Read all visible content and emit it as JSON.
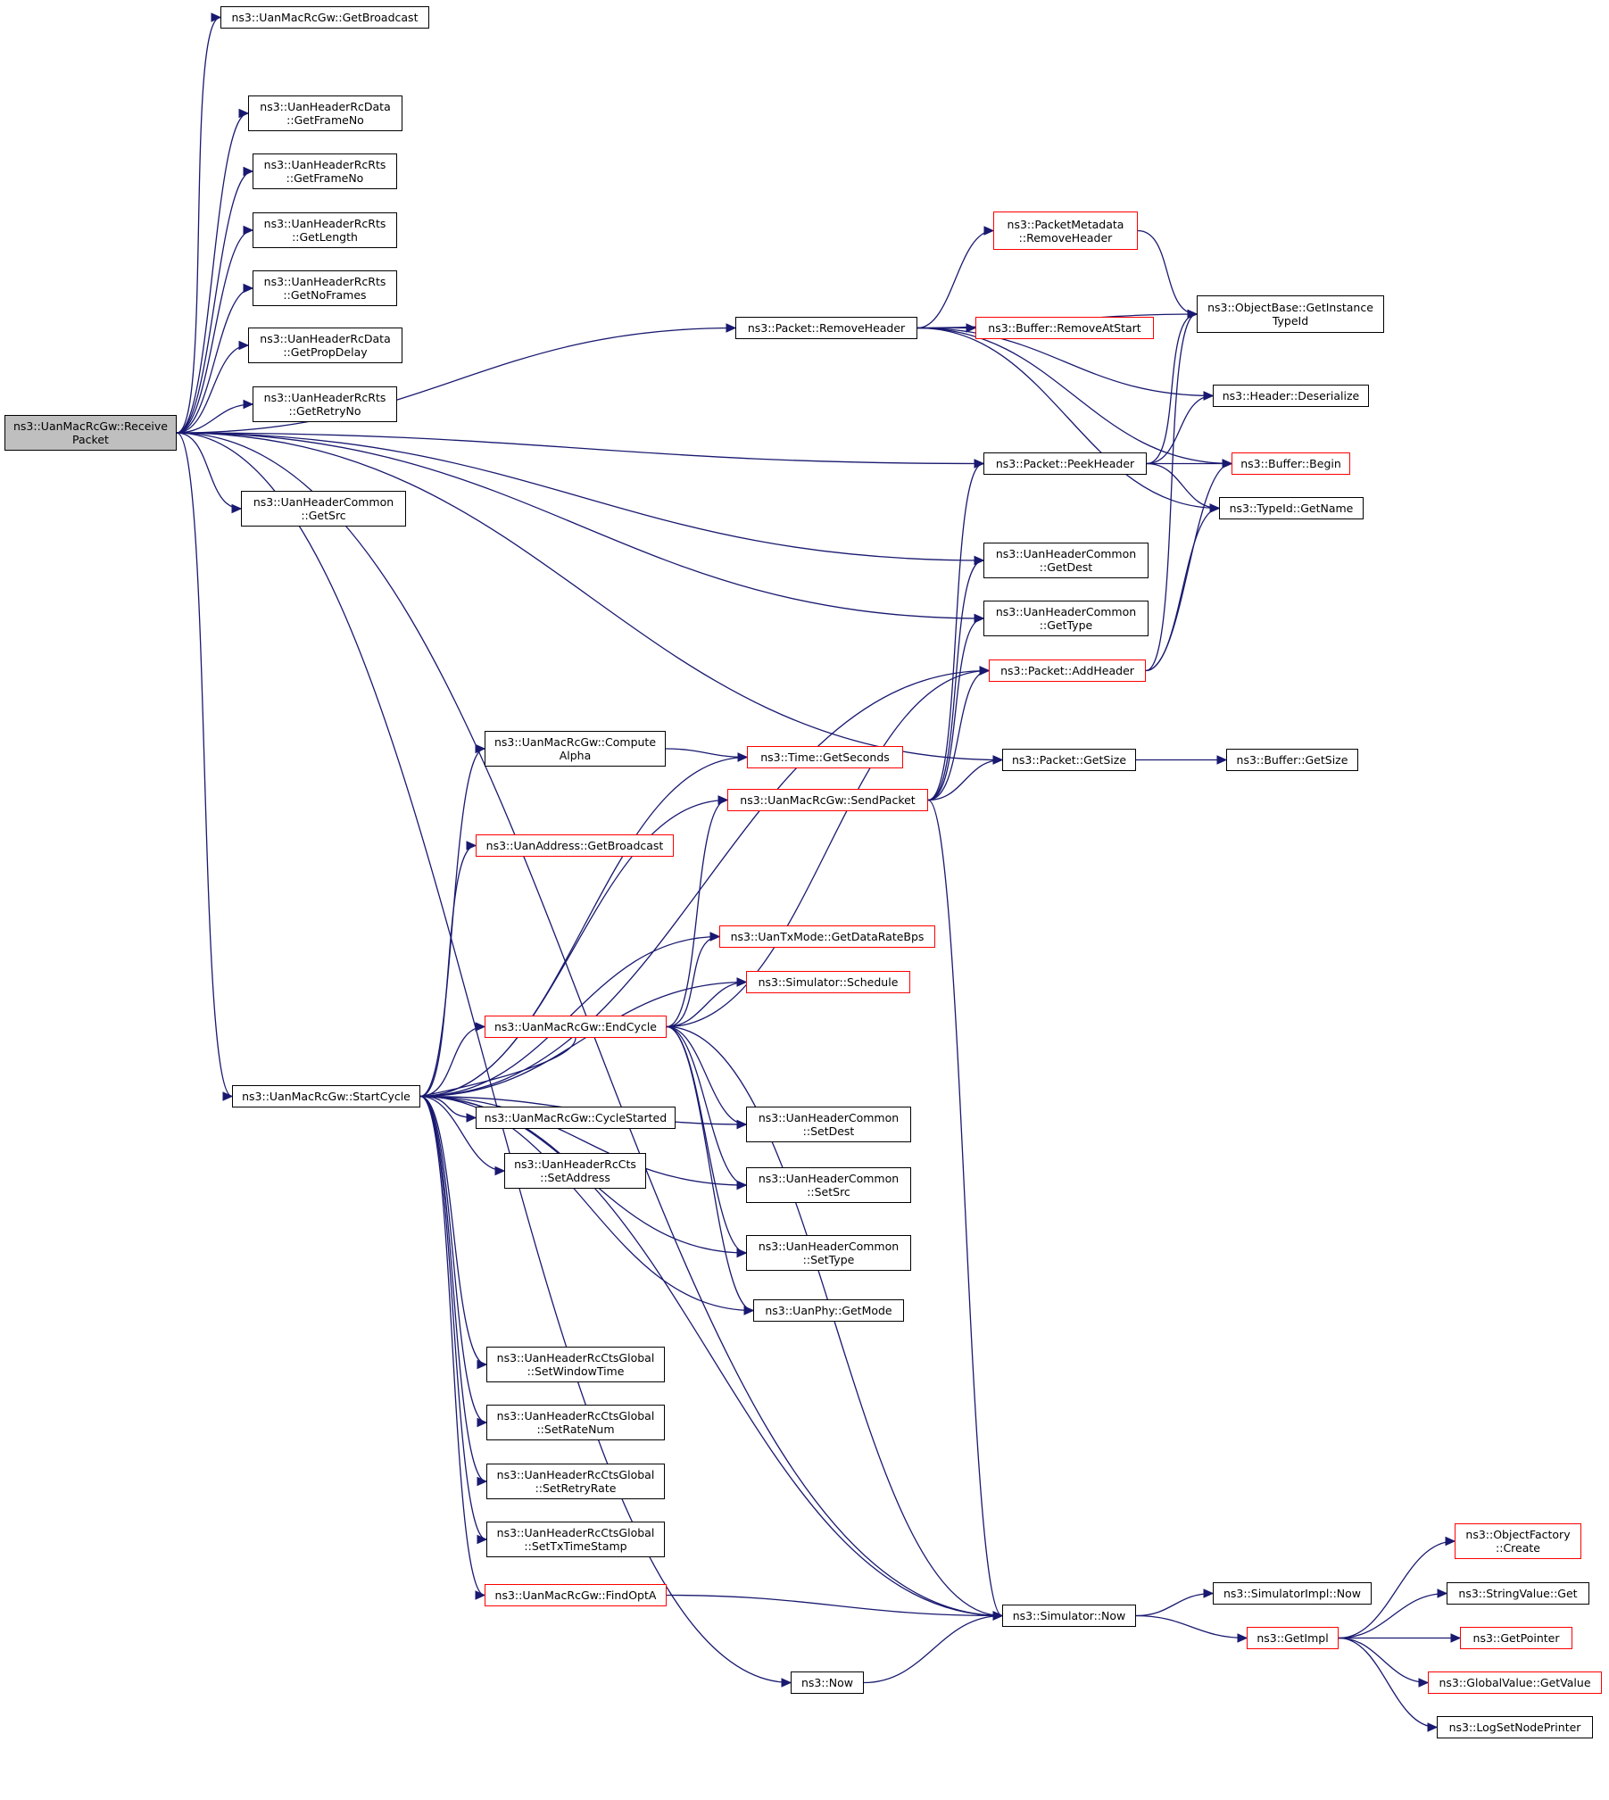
{
  "colors": {
    "edge": "#191970",
    "node_border": "#000000",
    "truncated_border": "#ff0000",
    "root_fill": "#bfbfbf"
  },
  "nodes": {
    "recv": {
      "lines": [
        "ns3::UanMacRcGw::Receive",
        "Packet"
      ],
      "style": "root"
    },
    "gwbcast": {
      "lines": [
        "ns3::UanMacRcGw::GetBroadcast"
      ],
      "style": "normal"
    },
    "dfno": {
      "lines": [
        "ns3::UanHeaderRcData",
        "::GetFrameNo"
      ],
      "style": "normal"
    },
    "rfno": {
      "lines": [
        "ns3::UanHeaderRcRts",
        "::GetFrameNo"
      ],
      "style": "normal"
    },
    "rlen": {
      "lines": [
        "ns3::UanHeaderRcRts",
        "::GetLength"
      ],
      "style": "normal"
    },
    "rnof": {
      "lines": [
        "ns3::UanHeaderRcRts",
        "::GetNoFrames"
      ],
      "style": "normal"
    },
    "dprop": {
      "lines": [
        "ns3::UanHeaderRcData",
        "::GetPropDelay"
      ],
      "style": "normal"
    },
    "rretry": {
      "lines": [
        "ns3::UanHeaderRcRts",
        "::GetRetryNo"
      ],
      "style": "normal"
    },
    "csrc": {
      "lines": [
        "ns3::UanHeaderCommon",
        "::GetSrc"
      ],
      "style": "normal"
    },
    "prem": {
      "lines": [
        "ns3::Packet::RemoveHeader"
      ],
      "style": "normal"
    },
    "pmeta": {
      "lines": [
        "ns3::PacketMetadata",
        "::RemoveHeader"
      ],
      "style": "truncated"
    },
    "objinst": {
      "lines": [
        "ns3::ObjectBase::GetInstance",
        "TypeId"
      ],
      "style": "normal"
    },
    "bufrem": {
      "lines": [
        "ns3::Buffer::RemoveAtStart"
      ],
      "style": "truncated"
    },
    "hdrdes": {
      "lines": [
        "ns3::Header::Deserialize"
      ],
      "style": "normal"
    },
    "ppeek": {
      "lines": [
        "ns3::Packet::PeekHeader"
      ],
      "style": "normal"
    },
    "bufbegin": {
      "lines": [
        "ns3::Buffer::Begin"
      ],
      "style": "truncated"
    },
    "tidname": {
      "lines": [
        "ns3::TypeId::GetName"
      ],
      "style": "normal"
    },
    "cdest": {
      "lines": [
        "ns3::UanHeaderCommon",
        "::GetDest"
      ],
      "style": "normal"
    },
    "ctype": {
      "lines": [
        "ns3::UanHeaderCommon",
        "::GetType"
      ],
      "style": "normal"
    },
    "padd": {
      "lines": [
        "ns3::Packet::AddHeader"
      ],
      "style": "truncated"
    },
    "psize": {
      "lines": [
        "ns3::Packet::GetSize"
      ],
      "style": "normal"
    },
    "bufsize": {
      "lines": [
        "ns3::Buffer::GetSize"
      ],
      "style": "normal"
    },
    "compalpha": {
      "lines": [
        "ns3::UanMacRcGw::Compute",
        "Alpha"
      ],
      "style": "normal"
    },
    "tsec": {
      "lines": [
        "ns3::Time::GetSeconds"
      ],
      "style": "truncated"
    },
    "sendp": {
      "lines": [
        "ns3::UanMacRcGw::SendPacket"
      ],
      "style": "truncated"
    },
    "addrbcast": {
      "lines": [
        "ns3::UanAddress::GetBroadcast"
      ],
      "style": "truncated"
    },
    "txrate": {
      "lines": [
        "ns3::UanTxMode::GetDataRateBps"
      ],
      "style": "truncated"
    },
    "sched": {
      "lines": [
        "ns3::Simulator::Schedule"
      ],
      "style": "truncated"
    },
    "endcyc": {
      "lines": [
        "ns3::UanMacRcGw::EndCycle"
      ],
      "style": "truncated"
    },
    "startcyc": {
      "lines": [
        "ns3::UanMacRcGw::StartCycle"
      ],
      "style": "normal"
    },
    "cycstart": {
      "lines": [
        "ns3::UanMacRcGw::CycleStarted"
      ],
      "style": "normal"
    },
    "setdest": {
      "lines": [
        "ns3::UanHeaderCommon",
        "::SetDest"
      ],
      "style": "normal"
    },
    "ctsaddr": {
      "lines": [
        "ns3::UanHeaderRcCts",
        "::SetAddress"
      ],
      "style": "normal"
    },
    "setsrc": {
      "lines": [
        "ns3::UanHeaderCommon",
        "::SetSrc"
      ],
      "style": "normal"
    },
    "settype": {
      "lines": [
        "ns3::UanHeaderCommon",
        "::SetType"
      ],
      "style": "normal"
    },
    "getmode": {
      "lines": [
        "ns3::UanPhy::GetMode"
      ],
      "style": "normal"
    },
    "gwin": {
      "lines": [
        "ns3::UanHeaderRcCtsGlobal",
        "::SetWindowTime"
      ],
      "style": "normal"
    },
    "grate": {
      "lines": [
        "ns3::UanHeaderRcCtsGlobal",
        "::SetRateNum"
      ],
      "style": "normal"
    },
    "gretry": {
      "lines": [
        "ns3::UanHeaderRcCtsGlobal",
        "::SetRetryRate"
      ],
      "style": "normal"
    },
    "gtx": {
      "lines": [
        "ns3::UanHeaderRcCtsGlobal",
        "::SetTxTimeStamp"
      ],
      "style": "normal"
    },
    "findopt": {
      "lines": [
        "ns3::UanMacRcGw::FindOptA"
      ],
      "style": "truncated"
    },
    "simnow": {
      "lines": [
        "ns3::Simulator::Now"
      ],
      "style": "normal"
    },
    "implnow": {
      "lines": [
        "ns3::SimulatorImpl::Now"
      ],
      "style": "normal"
    },
    "getimpl": {
      "lines": [
        "ns3::GetImpl"
      ],
      "style": "truncated"
    },
    "ofcreate": {
      "lines": [
        "ns3::ObjectFactory",
        "::Create"
      ],
      "style": "truncated"
    },
    "strget": {
      "lines": [
        "ns3::StringValue::Get"
      ],
      "style": "normal"
    },
    "getptr": {
      "lines": [
        "ns3::GetPointer"
      ],
      "style": "truncated"
    },
    "gvget": {
      "lines": [
        "ns3::GlobalValue::GetValue"
      ],
      "style": "truncated"
    },
    "logset": {
      "lines": [
        "ns3::LogSetNodePrinter"
      ],
      "style": "normal"
    },
    "now": {
      "lines": [
        "ns3::Now"
      ],
      "style": "normal"
    }
  },
  "edges": [
    [
      "recv",
      "gwbcast"
    ],
    [
      "recv",
      "dfno"
    ],
    [
      "recv",
      "rfno"
    ],
    [
      "recv",
      "rlen"
    ],
    [
      "recv",
      "rnof"
    ],
    [
      "recv",
      "dprop"
    ],
    [
      "recv",
      "rretry"
    ],
    [
      "recv",
      "prem"
    ],
    [
      "recv",
      "ppeek"
    ],
    [
      "recv",
      "csrc"
    ],
    [
      "recv",
      "cdest"
    ],
    [
      "recv",
      "ctype"
    ],
    [
      "recv",
      "psize"
    ],
    [
      "recv",
      "startcyc"
    ],
    [
      "recv",
      "now"
    ],
    [
      "recv",
      "simnow"
    ],
    [
      "prem",
      "pmeta"
    ],
    [
      "prem",
      "objinst"
    ],
    [
      "prem",
      "bufrem"
    ],
    [
      "prem",
      "hdrdes"
    ],
    [
      "prem",
      "bufbegin"
    ],
    [
      "prem",
      "tidname"
    ],
    [
      "pmeta",
      "objinst"
    ],
    [
      "ppeek",
      "objinst"
    ],
    [
      "ppeek",
      "hdrdes"
    ],
    [
      "ppeek",
      "bufbegin"
    ],
    [
      "ppeek",
      "tidname"
    ],
    [
      "padd",
      "objinst"
    ],
    [
      "padd",
      "bufbegin"
    ],
    [
      "padd",
      "tidname"
    ],
    [
      "psize",
      "bufsize"
    ],
    [
      "compalpha",
      "tsec"
    ],
    [
      "sendp",
      "ppeek"
    ],
    [
      "sendp",
      "cdest"
    ],
    [
      "sendp",
      "ctype"
    ],
    [
      "sendp",
      "padd"
    ],
    [
      "sendp",
      "psize"
    ],
    [
      "sendp",
      "simnow"
    ],
    [
      "startcyc",
      "padd"
    ],
    [
      "startcyc",
      "compalpha"
    ],
    [
      "startcyc",
      "sendp"
    ],
    [
      "startcyc",
      "tsec"
    ],
    [
      "startcyc",
      "addrbcast"
    ],
    [
      "startcyc",
      "txrate"
    ],
    [
      "startcyc",
      "sched"
    ],
    [
      "startcyc",
      "endcyc"
    ],
    [
      "startcyc",
      "cycstart"
    ],
    [
      "startcyc",
      "setdest"
    ],
    [
      "startcyc",
      "ctsaddr"
    ],
    [
      "startcyc",
      "setsrc"
    ],
    [
      "startcyc",
      "settype"
    ],
    [
      "startcyc",
      "getmode"
    ],
    [
      "startcyc",
      "gwin"
    ],
    [
      "startcyc",
      "grate"
    ],
    [
      "startcyc",
      "gretry"
    ],
    [
      "startcyc",
      "gtx"
    ],
    [
      "startcyc",
      "findopt"
    ],
    [
      "startcyc",
      "simnow"
    ],
    [
      "endcyc",
      "sendp"
    ],
    [
      "endcyc",
      "txrate"
    ],
    [
      "endcyc",
      "sched"
    ],
    [
      "endcyc",
      "startcyc"
    ],
    [
      "endcyc",
      "padd"
    ],
    [
      "endcyc",
      "setdest"
    ],
    [
      "endcyc",
      "setsrc"
    ],
    [
      "endcyc",
      "settype"
    ],
    [
      "endcyc",
      "getmode"
    ],
    [
      "endcyc",
      "simnow"
    ],
    [
      "findopt",
      "simnow"
    ],
    [
      "now",
      "simnow"
    ],
    [
      "simnow",
      "implnow"
    ],
    [
      "simnow",
      "getimpl"
    ],
    [
      "getimpl",
      "ofcreate"
    ],
    [
      "getimpl",
      "strget"
    ],
    [
      "getimpl",
      "getptr"
    ],
    [
      "getimpl",
      "gvget"
    ],
    [
      "getimpl",
      "logset"
    ]
  ]
}
